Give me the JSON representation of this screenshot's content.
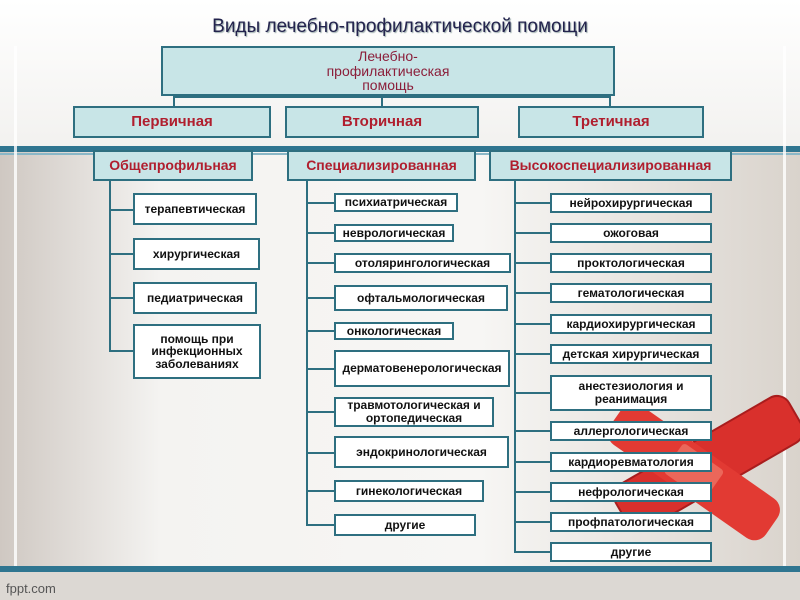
{
  "title": "Виды лечебно-профилактической помощи",
  "root": "Лечебно-профилактическая помощь",
  "levels": {
    "primary": "Первичная",
    "secondary": "Вторичная",
    "tertiary": "Третичная"
  },
  "types": {
    "general": "Общепрофильная",
    "specialized": "Специализированная",
    "high": "Высокоспециализированная"
  },
  "general_items": [
    "терапевтическая",
    "хирургическая",
    "педиатрическая",
    "помощь при инфекционных заболеваниях"
  ],
  "specialized_items": [
    "психиатрическая",
    "неврологическая",
    "отоляринголо­гическая",
    "офтальмологическая",
    "онкологическая",
    "дерматовенерологическая",
    "травмотологическая и ортопедическая",
    "эндокринологическая",
    "гинекологическая",
    "другие"
  ],
  "high_items": [
    "нейрохирургическая",
    "ожоговая",
    "проктологическая",
    "гематологическая",
    "кардиохирургическая",
    "детская хирургическая",
    "анестезиология и реанимация",
    "аллергологическая",
    "кардиоревматология",
    "нефрологическая",
    "профпатологическая",
    "другие"
  ],
  "brand": "fppt.com",
  "colors": {
    "box_fill": "#c8e5e7",
    "box_border": "#2e6f80",
    "heading_red": "#b01e2e",
    "stripe": "#2f7590"
  }
}
